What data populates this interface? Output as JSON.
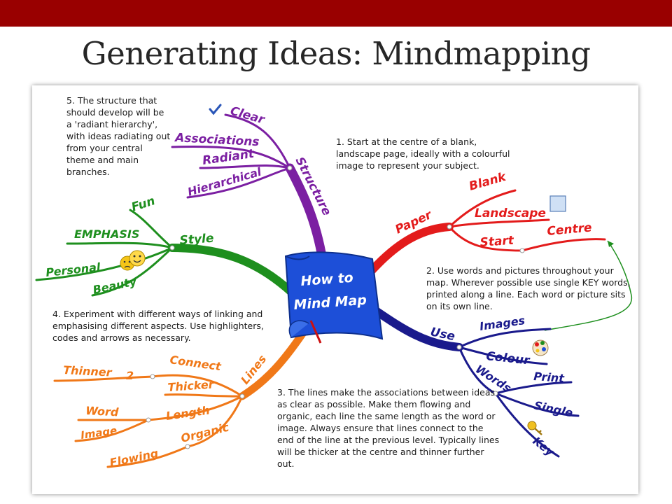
{
  "slide": {
    "title": "Generating Ideas: Mindmapping",
    "accent": "#990000"
  },
  "center": {
    "line1": "How to",
    "line2": "Mind Map",
    "color": "#1d4fd8"
  },
  "branches": {
    "structure": {
      "label": "Structure",
      "color": "#7b1fa2",
      "words": [
        "Clear",
        "Associations",
        "Radiant",
        "Hierarchical"
      ]
    },
    "style": {
      "label": "Style",
      "color": "#1e8f1e",
      "words": [
        "Fun",
        "EMPHASIS",
        "Personal",
        "Beauty"
      ]
    },
    "paper": {
      "label": "Paper",
      "color": "#e31b1b",
      "words": [
        "Blank",
        "Landscape",
        "Start",
        "Centre"
      ]
    },
    "use": {
      "label": "Use",
      "color": "#1a1a8c",
      "words": [
        "Images",
        "Colour",
        "Print",
        "Words",
        "Single",
        "Key"
      ]
    },
    "lines": {
      "label": "Lines",
      "color": "#f07818",
      "words": [
        "Thinner",
        "2",
        "Connect",
        "Thicker",
        "Word",
        "Length",
        "Image",
        "Organic",
        "Flowing"
      ]
    }
  },
  "notes": {
    "n5": "5. The structure that should develop will be a 'radiant hierarchy', with ideas radiating out from your central theme and main branches.",
    "n1": "1. Start at the centre of a blank, landscape page, ideally with a colourful image to represent your subject.",
    "n2": "2. Use words and pictures throughout your map. Wherever possible use single KEY words, printed along a line. Each word or picture sits on its own line.",
    "n4": "4. Experiment with different ways of linking and emphasising different aspects. Use highlighters, codes and arrows as necessary.",
    "n3": "3. The lines make the associations between ideas as clear as possible. Make them flowing and organic, each line the same length as the word or image. Always ensure that lines connect to the end of the line at the previous level. Typically lines will be thicker at the centre and thinner further out."
  },
  "icons": [
    "check-icon",
    "smiley-icon",
    "picture-icon",
    "palette-icon",
    "key-icon",
    "pencil-icon"
  ]
}
